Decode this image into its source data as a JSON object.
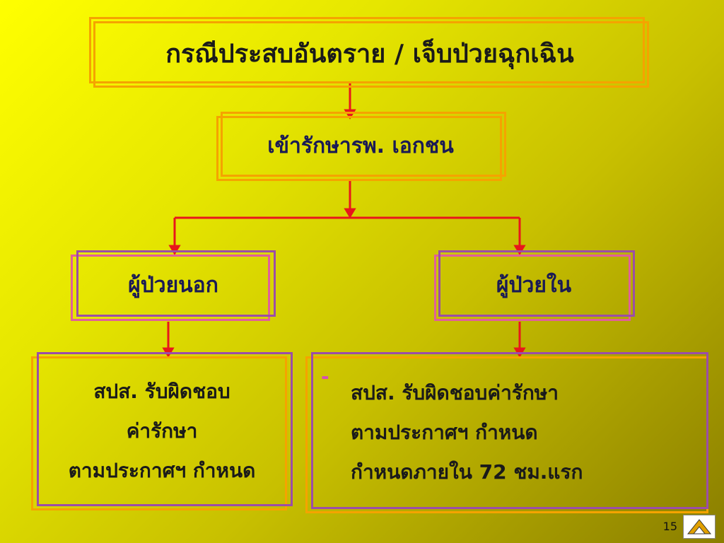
{
  "title": "กรณีประสบอันตราย / เจ็บป่วยฉุกเฉิน",
  "node_private_hospital": "เข้ารักษารพ. เอกชน",
  "node_outpatient": "ผู้ป่วยนอก",
  "node_inpatient": "ผู้ป่วยใน",
  "outpatient_detail": {
    "line1": "สปส.   รับผิดชอบ",
    "line2": "ค่ารักษา",
    "line3": "ตามประกาศฯ กำหนด"
  },
  "inpatient_detail": {
    "bullet": "-",
    "line1": "สปส.  รับผิดชอบค่ารักษา",
    "line2": "ตามประกาศฯ กำหนด",
    "line3": "กำหนดภายใน 72 ชม.แรก"
  },
  "page_number": "15",
  "colors": {
    "connector": "#e8161b",
    "frame_orange": "#f5a300",
    "frame_pink": "#e0609a",
    "frame_purple": "#9b4ea8"
  }
}
